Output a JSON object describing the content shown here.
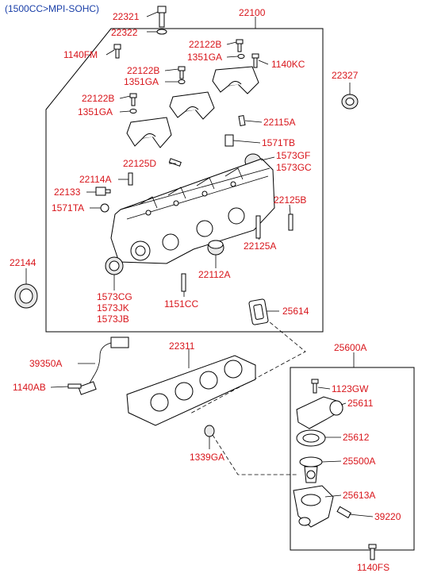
{
  "header": "(1500CC>MPI-SOHC)",
  "labels": {
    "p22321": "22321",
    "p22322": "22322",
    "p22100": "22100",
    "p1140FM": "1140FM",
    "p22122B_1": "22122B",
    "p1351GA_1": "1351GA",
    "p1140KC": "1140KC",
    "p22327": "22327",
    "p22122B_2": "22122B",
    "p1351GA_2": "1351GA",
    "p22122B_3": "22122B",
    "p1351GA_3": "1351GA",
    "p22115A": "22115A",
    "p1571TB": "1571TB",
    "p1573GF": "1573GF",
    "p1573GC": "1573GC",
    "p22125D": "22125D",
    "p22114A": "22114A",
    "p22133": "22133",
    "p1571TA": "1571TA",
    "p22125B": "22125B",
    "p22125A": "22125A",
    "p22144": "22144",
    "p22112A": "22112A",
    "p1573CG": "1573CG",
    "p1573JK": "1573JK",
    "p1573JB": "1573JB",
    "p1151CC": "1151CC",
    "p25614": "25614",
    "p22311": "22311",
    "p25600A": "25600A",
    "p39350A": "39350A",
    "p1140AB": "1140AB",
    "p1123GW": "1123GW",
    "p25611": "25611",
    "p25612": "25612",
    "p1339GA": "1339GA",
    "p25500A": "25500A",
    "p25613A": "25613A",
    "p39220": "39220",
    "p1140FS": "1140FS"
  }
}
